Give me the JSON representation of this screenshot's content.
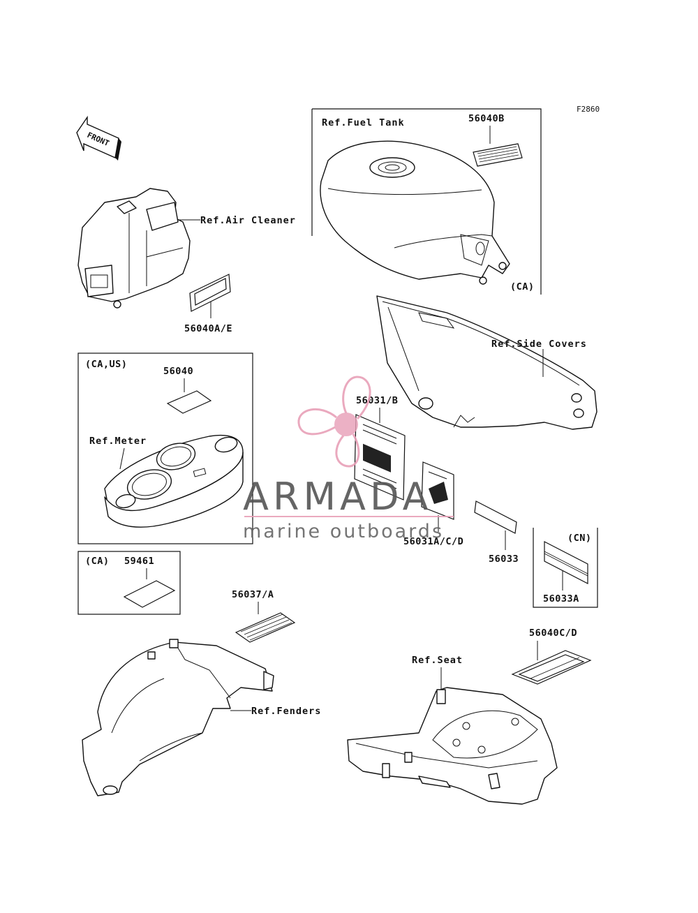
{
  "figure_id": "F2860",
  "front_arrow": "FRONT",
  "labels": {
    "fuel_tank_ref": "Ref.Fuel Tank",
    "part_56040b": "56040B",
    "ca_fuel_tank": "(CA)",
    "air_cleaner_ref": "Ref.Air Cleaner",
    "part_56040a_e": "56040A/E",
    "side_covers_ref": "Ref.Side Covers",
    "meter_box_region": "(CA,US)",
    "part_56040": "56040",
    "meter_ref": "Ref.Meter",
    "part_56031_b": "56031/B",
    "part_56031a_c_d": "56031A/C/D",
    "part_56033": "56033",
    "cn_region": "(CN)",
    "part_56033a": "56033A",
    "ca_region_small": "(CA)",
    "part_59461": "59461",
    "part_56037_a": "56037/A",
    "fenders_ref": "Ref.Fenders",
    "part_56040c_d": "56040C/D",
    "seat_ref": "Ref.Seat"
  },
  "watermark": {
    "brand": "ARMADA",
    "tagline": "marine outboards",
    "accent_color": "#e8a0b8",
    "text_color": "#555555"
  }
}
